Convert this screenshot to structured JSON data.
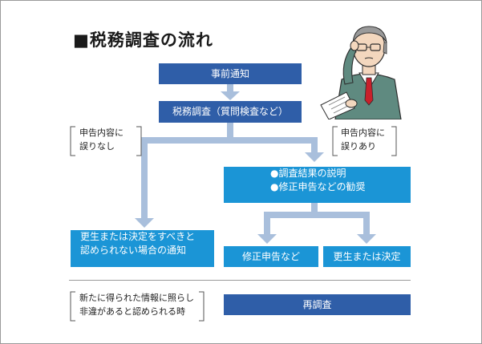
{
  "title": "■税務調査の流れ",
  "boxes": {
    "prior_notice": "事前通知",
    "tax_investigation": "税務調査（質問検査など）",
    "explanation": "●調査結果の説明",
    "recommend": "●修正申告などの勧奨",
    "notice_line1": "更生または決定をすべきと",
    "notice_line2": "認められない場合の通知",
    "amended_return": "修正申告など",
    "correction": "更生または決定",
    "reinvestigation": "再調査"
  },
  "notes": {
    "no_error_line1": "申告内容に",
    "no_error_line2": "誤りなし",
    "error_line1": "申告内容に",
    "error_line2": "誤りあり",
    "reinvestigation_cond_line1": "新たに得られた情報に照らし",
    "reinvestigation_cond_line2": "非違があると認められる時"
  },
  "colors": {
    "dark_box": "#2f5ea8",
    "light_box": "#1b95d6",
    "arrow": "#a9bfdc"
  },
  "illustration": "man-adjusting-glasses-reading-document"
}
